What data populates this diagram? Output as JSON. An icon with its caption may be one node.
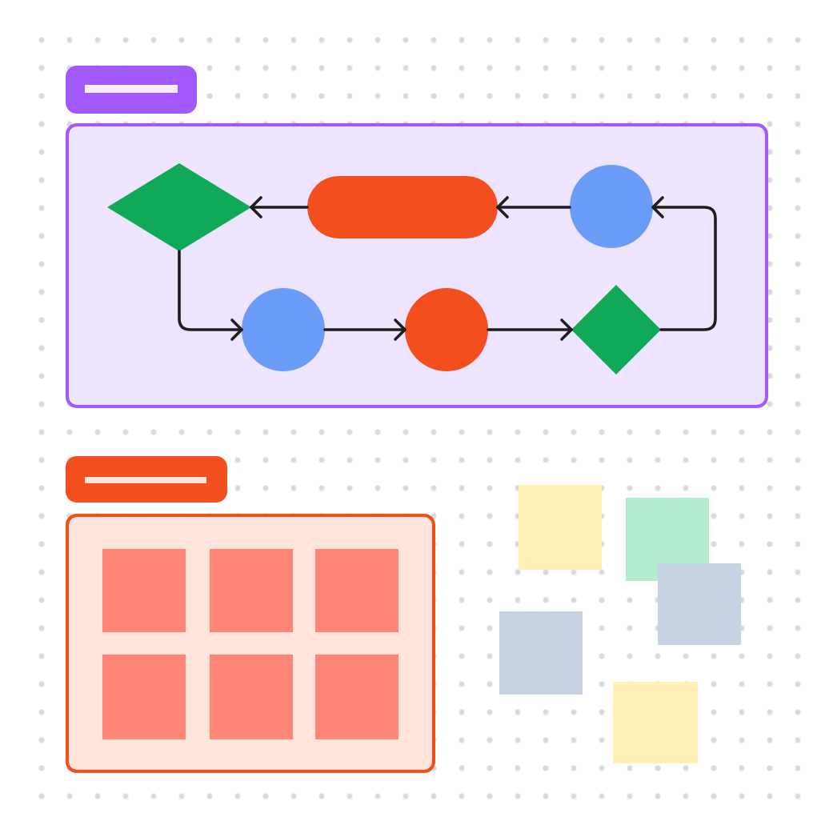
{
  "diagram": {
    "nodes": [
      {
        "text": [],
        "shape": "tab"
      },
      {
        "text": [],
        "shape": "box"
      },
      {
        "text": [],
        "shape": "diamond",
        "in": 1
      },
      {
        "text": [],
        "shape": "pill",
        "in": 1
      },
      {
        "text": [],
        "shape": "circle",
        "in": 1
      },
      {
        "text": [],
        "shape": "circle",
        "in": 1
      },
      {
        "text": [],
        "shape": "circle",
        "in": 1
      },
      {
        "text": [],
        "shape": "diamond",
        "in": 1
      },
      {
        "text": [],
        "shape": "tab"
      },
      {
        "text": [],
        "shape": "box"
      },
      {
        "text": [],
        "shape": "box",
        "in": 9
      },
      {
        "text": [],
        "shape": "box",
        "in": 9
      },
      {
        "text": [],
        "shape": "box",
        "in": 9
      },
      {
        "text": [],
        "shape": "box",
        "in": 9
      },
      {
        "text": [],
        "shape": "box",
        "in": 9
      },
      {
        "text": [],
        "shape": "box",
        "in": 9
      },
      {
        "text": [],
        "shape": "box"
      },
      {
        "text": [],
        "shape": "box"
      },
      {
        "text": [],
        "shape": "box"
      },
      {
        "text": [],
        "shape": "box"
      },
      {
        "text": [],
        "shape": "box"
      }
    ],
    "edges": [
      {
        "from": 4,
        "to": 3,
        "arrow": "to"
      },
      {
        "from": 3,
        "to": 2,
        "arrow": "to"
      },
      {
        "from": 2,
        "to": 5,
        "arrow": "to"
      },
      {
        "from": 5,
        "to": 6,
        "arrow": "to"
      },
      {
        "from": 6,
        "to": 7,
        "arrow": "to"
      },
      {
        "from": 7,
        "to": 4,
        "arrow": "to"
      }
    ]
  }
}
